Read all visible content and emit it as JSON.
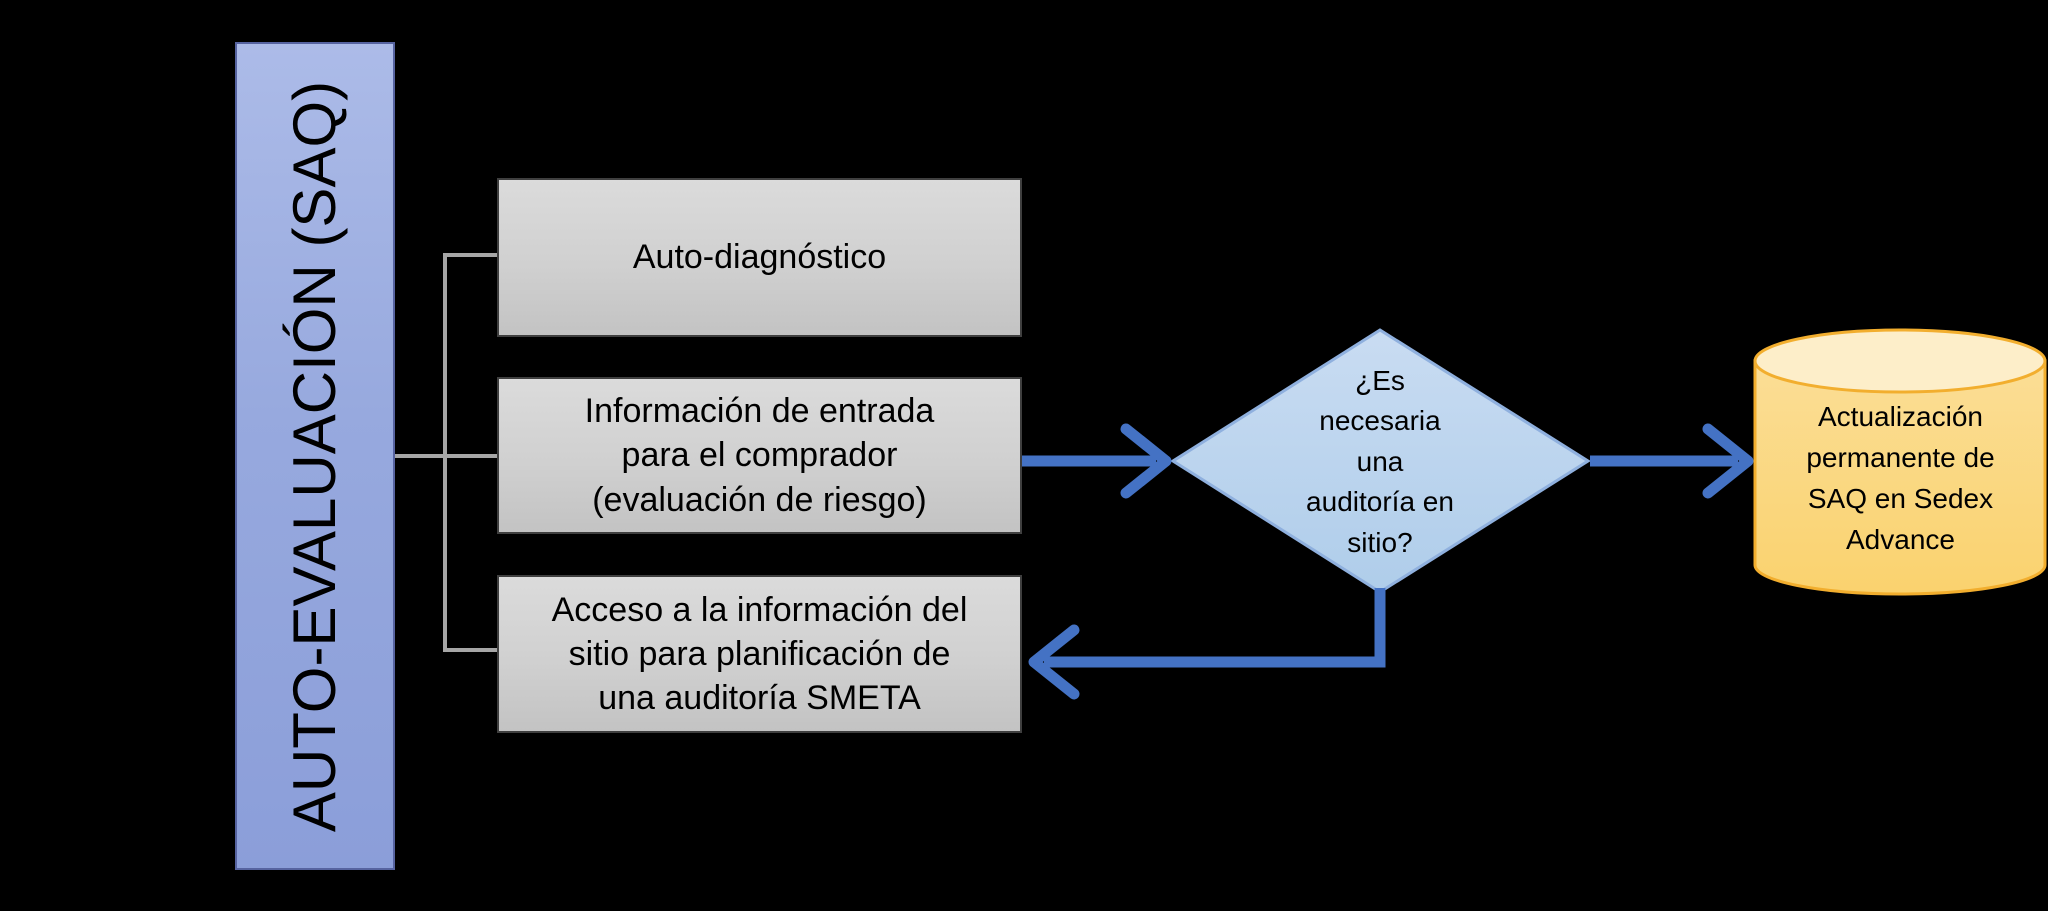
{
  "diagram": {
    "type": "flowchart",
    "background": "#000000",
    "sidebar": {
      "label": "AUTO-EVALUACIÓN (SAQ)"
    },
    "process_boxes": [
      {
        "id": "auto-diagnostico",
        "label": "Auto-diagnóstico"
      },
      {
        "id": "informacion-entrada",
        "label": "Información de entrada\npara el comprador\n(evaluación de riesgo)"
      },
      {
        "id": "acceso-informacion-sitio",
        "label": "Acceso a la información del\nsitio para planificación de\nuna auditoría SMETA"
      }
    ],
    "decision": {
      "id": "auditoria-en-sitio",
      "label": "¿Es\nnecesaria\nuna\nauditoría en\nsitio?"
    },
    "datastore": {
      "id": "sedex-advance",
      "label": "Actualización\npermanente de\nSAQ en Sedex\nAdvance"
    },
    "flows": [
      {
        "from": "informacion-entrada",
        "to": "auditoria-en-sitio"
      },
      {
        "from": "auditoria-en-sitio",
        "to": "sedex-advance"
      },
      {
        "from": "auditoria-en-sitio",
        "to": "acceso-informacion-sitio"
      }
    ],
    "colors": {
      "arrow_blue": "#4472C4",
      "connector_gray": "#A6A6A6",
      "sidebar_fill": "#97A9DE",
      "sidebar_border": "#5663A0",
      "box_fill": "#D0D0D0",
      "box_border": "#3F3F3F",
      "diamond_fill": "#BDD7EE",
      "diamond_border": "#8FB0DE",
      "cylinder_fill": "#FBD97F",
      "cylinder_border": "#F2AE2E",
      "text": "#000000"
    }
  }
}
